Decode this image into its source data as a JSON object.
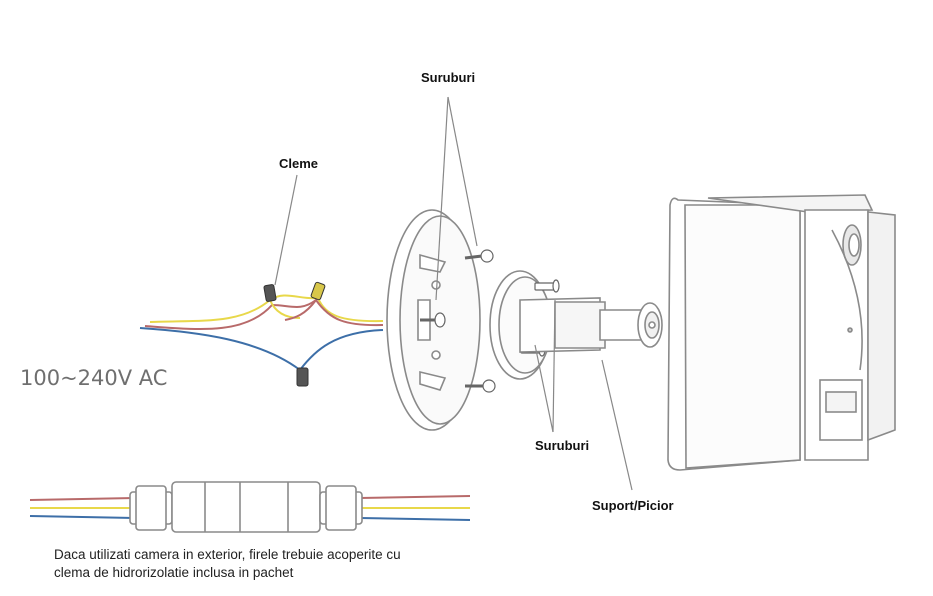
{
  "labels": {
    "screws_top": "Suruburi",
    "clamps": "Cleme",
    "screws_bottom": "Suruburi",
    "stand": "Suport/Picior",
    "voltage": "100~240V AC"
  },
  "note": {
    "line1": "Daca utilizati camera in exterior, firele trebuie acoperite cu",
    "line2": "clema de hidrorizolatie inclusa in pachet"
  },
  "colors": {
    "outline": "#8a8a8a",
    "wire_yellow": "#e8d84a",
    "wire_red": "#b86a6a",
    "wire_blue": "#3d6fa8",
    "leader": "#888888"
  }
}
